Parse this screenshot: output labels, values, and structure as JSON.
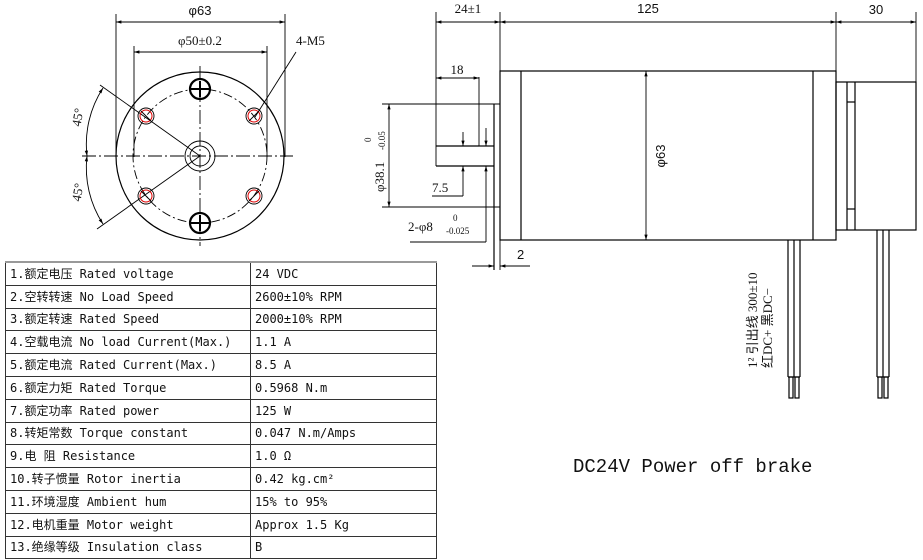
{
  "front_view": {
    "outer_diameter_label": "φ63",
    "bolt_circle_label": "φ50±0.2",
    "holes_label": "4-M5",
    "angle_top_label": "45°",
    "angle_bottom_label": "45°",
    "hole_color": "#e00000"
  },
  "side_view": {
    "shaft_length_label": "24±1",
    "body_length_label": "125",
    "brake_length_label": "30",
    "flat_length_label": "18",
    "pilot_diameter_label": "φ38.1",
    "pilot_tol_upper": "0",
    "pilot_tol_lower": "-0.05",
    "flat_depth_label": "7.5",
    "shaft_label": "2-φ8",
    "shaft_tol_upper": "0",
    "shaft_tol_lower": "-0.025",
    "flange_thickness_label": "2",
    "body_diameter_label": "φ63",
    "lead_note_line1": "1² 引出线 300±10",
    "lead_note_line2": "红DC+ 黑DC−"
  },
  "specs": {
    "rows": [
      {
        "name": "1.额定电压 Rated voltage",
        "value": "24 VDC"
      },
      {
        "name": "2.空转转速 No Load Speed",
        "value": "2600±10% RPM"
      },
      {
        "name": "3.额定转速 Rated Speed",
        "value": "2000±10% RPM"
      },
      {
        "name": "4.空载电流 No load Current(Max.)",
        "value": "1.1 A"
      },
      {
        "name": "5.额定电流 Rated Current(Max.)",
        "value": "8.5 A"
      },
      {
        "name": "6.额定力矩 Rated Torque",
        "value": "0.5968 N.m"
      },
      {
        "name": "7.额定功率 Rated power",
        "value": "125 W"
      },
      {
        "name": "8.转矩常数 Torque constant",
        "value": "0.047 N.m/Amps"
      },
      {
        "name": "9.电    阻 Resistance",
        "value": "1.0 Ω"
      },
      {
        "name": "10.转子惯量 Rotor inertia",
        "value": "0.42 kg.cm²"
      },
      {
        "name": "11.环境湿度 Ambient hum",
        "value": "15% to 95%"
      },
      {
        "name": "12.电机重量 Motor weight",
        "value": "Approx 1.5 Kg"
      },
      {
        "name": "13.绝缘等级 Insulation class",
        "value": "B"
      }
    ]
  },
  "caption": "DC24V Power off brake"
}
